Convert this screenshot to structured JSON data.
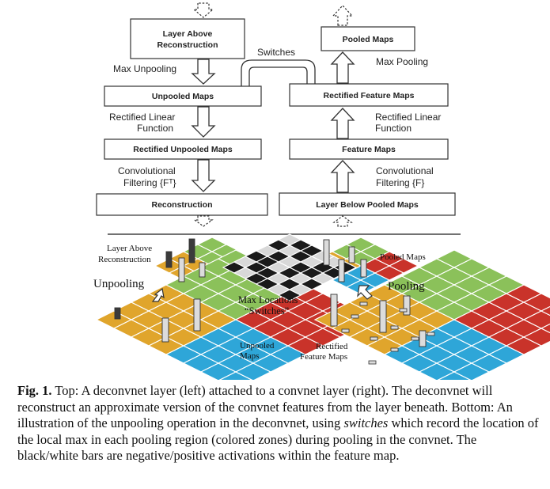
{
  "top": {
    "layer_above_reconstruction": [
      "Layer Above",
      "Reconstruction"
    ],
    "unpooled_maps": "Unpooled Maps",
    "rectified_unpooled_maps": "Rectified Unpooled Maps",
    "reconstruction": "Reconstruction",
    "pooled_maps": "Pooled Maps",
    "rectified_feature_maps": "Rectified Feature Maps",
    "feature_maps": "Feature Maps",
    "layer_below_pooled_maps": "Layer Below Pooled Maps",
    "switches": "Switches",
    "max_unpooling": "Max Unpooling",
    "rectified_linear_function_left": [
      "Rectified Linear",
      "Function"
    ],
    "convolutional_filtering_left": [
      "Convolutional",
      "Filtering {Fᵀ}"
    ],
    "max_pooling": "Max Pooling",
    "rectified_linear_function_right": [
      "Rectified Linear",
      "Function"
    ],
    "convolutional_filtering_right": [
      "Convolutional",
      "Filtering {F}"
    ]
  },
  "bottom": {
    "layer_above_reconstruction": [
      "Layer Above",
      "Reconstruction"
    ],
    "unpooling": "Unpooling",
    "max_locations": [
      "Max Locations",
      "“Switches”"
    ],
    "unpooled_maps": [
      "Unpooled",
      "Maps"
    ],
    "pooled_maps": "Pooled Maps",
    "pooling": "Pooling",
    "rectified_feature_maps": [
      "Rectified",
      "Feature Maps"
    ]
  },
  "colors": {
    "yellow": "#e0a52c",
    "green": "#8bc15a",
    "blue": "#2ea6d8",
    "red": "#c9332a",
    "box_border": "#333333"
  },
  "caption": {
    "label": "Fig. 1.",
    "text_1": " Top: A deconvnet layer (left) attached to a convnet layer (right). The deconvnet will reconstruct an approximate version of the convnet features from the layer beneath. Bottom: An illustration of the unpooling operation in the deconvnet, using ",
    "emphasis": "switches",
    "text_2": " which record the location of the local max in each pooling region (colored zones) during pooling in the convnet. The black/white bars are negative/positive activations within the feature map."
  }
}
